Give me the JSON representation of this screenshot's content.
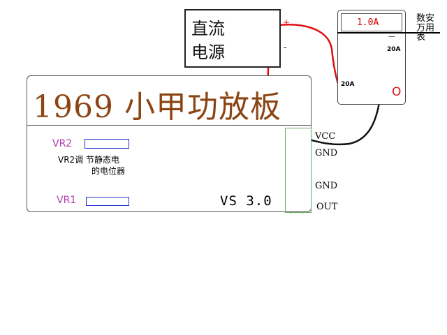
{
  "board": {
    "title": "1969  小甲功放板",
    "version": "VS 3.0",
    "vr2_label": "VR2",
    "vr1_label": "VR1",
    "note_line1": "VR2调 节静态电",
    "note_line2": "的电位器"
  },
  "power_supply": {
    "line1": "直流",
    "line2": "电源",
    "positive": "+",
    "negative": "-"
  },
  "meter": {
    "reading": "1.0A",
    "range_high": "20A",
    "range_low": "20A",
    "side_label_lines": [
      "数安",
      "万用",
      "表"
    ],
    "dash": "—",
    "port_letter": "O"
  },
  "pins": [
    "VCC",
    "GND",
    "GND",
    "OUT"
  ],
  "colors": {
    "positive_wire": "#dd1111",
    "negative_wire": "#111111",
    "title": "#8b4513",
    "vr_label": "#b03ab0"
  }
}
